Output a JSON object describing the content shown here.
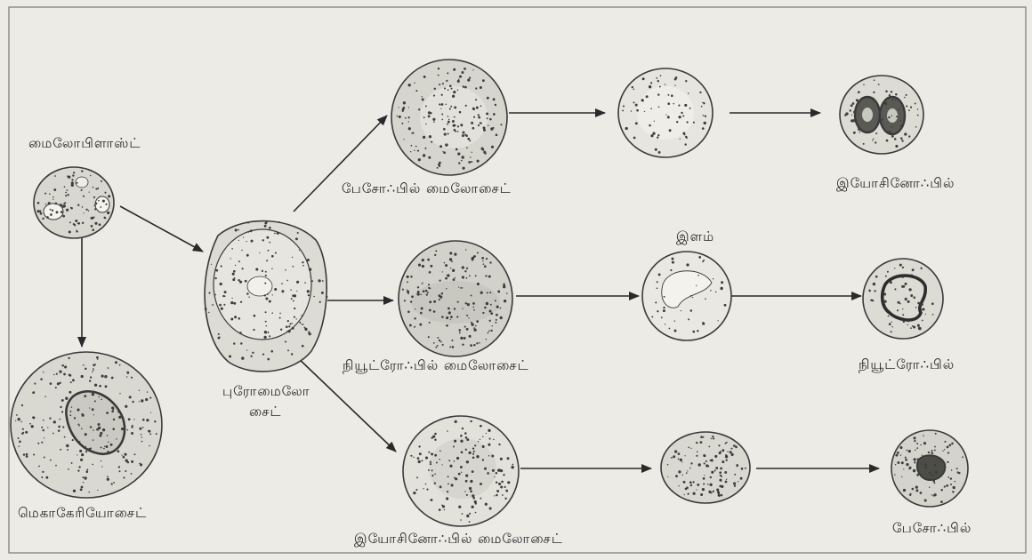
{
  "labels": {
    "myeloblast": "மைலோபிளாஸ்ட்",
    "promyelocyte_line1": "புரோமைலோ",
    "promyelocyte_line2": "சைட்",
    "megakaryocyte": "மெகாகேரியோசைட்",
    "basophil_myelocyte": "பேசோ∴பில் மைலோசைட்",
    "neutrophil_myelocyte": "நியூட்ரோ∴பில் மைலோசைட்",
    "eosinophil_myelocyte": "இயோசினோ∴பில் மைலோசைட்",
    "young": "இளம்",
    "eosinophil": "இயோசினோ∴பில்",
    "neutrophil": "நியூட்ரோ∴பில்",
    "basophil": "பேசோ∴பில்"
  },
  "colors": {
    "background": "#ecebe6",
    "ink": "#262626",
    "cell_fill": "#e3e2dc",
    "frame": "#777777"
  }
}
